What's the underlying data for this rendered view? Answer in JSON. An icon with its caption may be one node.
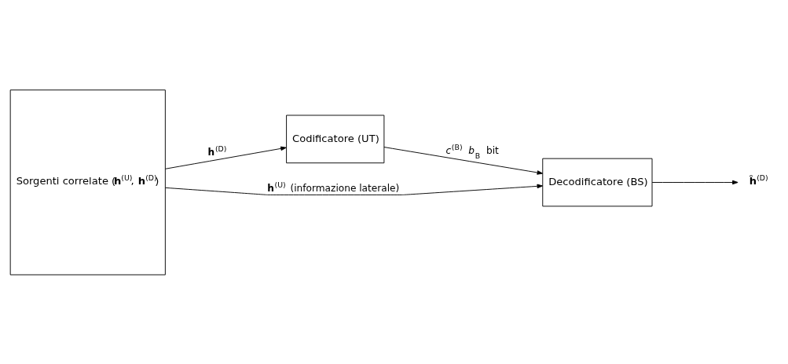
{
  "diagram": {
    "nodes": [
      {
        "text": [
          "Sorgenti correlate (**h**$^{(U)}$, **h**$^{(D)}$)"
        ]
      },
      {
        "text": [
          "Codificatore (UT)"
        ]
      },
      {
        "text": [
          "Decodificatore (BS)"
        ]
      },
      {
        "text": [
          "**ĥ**$^{(D)}$"
        ]
      }
    ],
    "edges": [
      {
        "from": 0,
        "to": 1,
        "arrow": "to",
        "label": "**h**$^{(D)}$"
      },
      {
        "from": 1,
        "to": 2,
        "arrow": "to",
        "label": "*c*$^{(B)}$ *b*$_{B}$ bit"
      },
      {
        "from": 2,
        "to": 3,
        "arrow": "to"
      },
      {
        "from": 0,
        "to": 2,
        "arrow": "to",
        "label": "**h**$^{(U)}$ (informazione laterale)"
      }
    ]
  }
}
